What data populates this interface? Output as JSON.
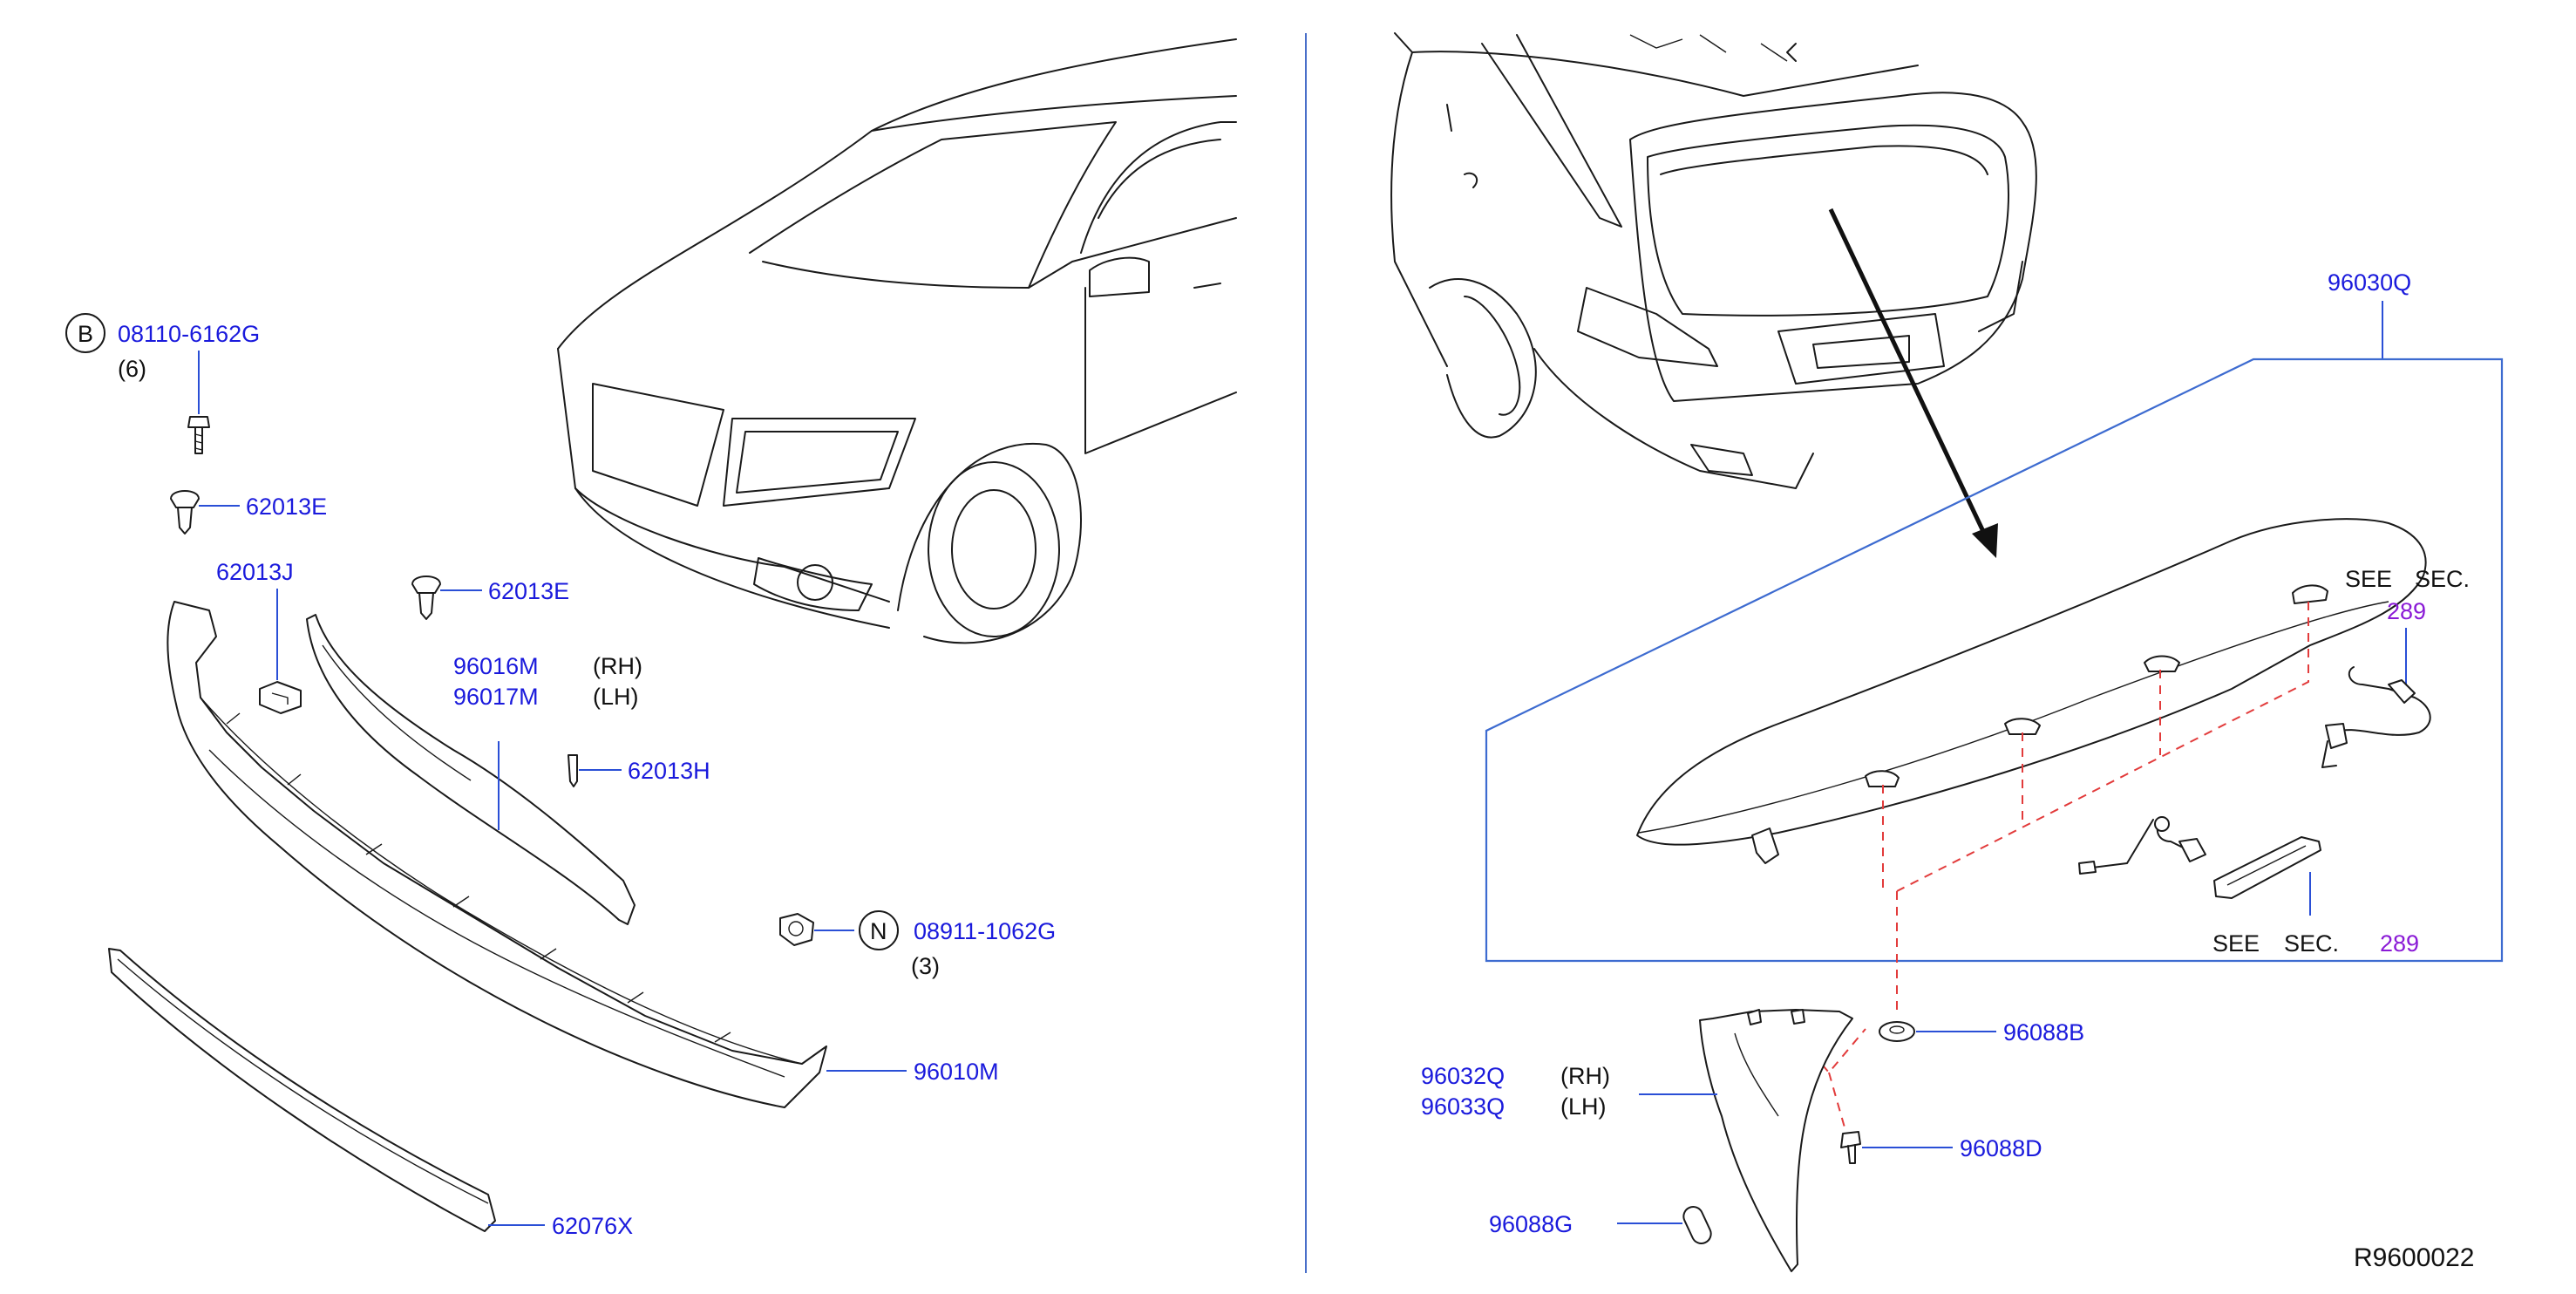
{
  "labels": {
    "bolt": {
      "symbol": "B",
      "part": "08110-6162G",
      "qty": "(6)"
    },
    "clip_e1": "62013E",
    "clip_j": "62013J",
    "clip_e2": "62013E",
    "seal_rh": {
      "part": "96016M",
      "side": "(RH)"
    },
    "seal_lh": {
      "part": "96017M",
      "side": "(LH)"
    },
    "clip_h": "62013H",
    "nut": {
      "symbol": "N",
      "part": "08911-1062G",
      "qty": "(3)"
    },
    "spoiler_front": "96010M",
    "molding": "62076X",
    "spoiler_rear": "96030Q",
    "see_sec_top": {
      "see": "SEE",
      "sec": "SEC.",
      "num": "289"
    },
    "see_sec_bottom": {
      "see": "SEE",
      "sec": "SEC.",
      "num": "289"
    },
    "grommet": "96088B",
    "side_rh": {
      "part": "96032Q",
      "side": "(RH)"
    },
    "side_lh": {
      "part": "96033Q",
      "side": "(LH)"
    },
    "clip_d": "96088D",
    "seal_g": "96088G",
    "diagram_id": "R9600022"
  },
  "colors": {
    "part_number": "#1a1adc",
    "section_ref": "#8a1ad6",
    "leader": "#2a4fd6",
    "dash": "#e23b3b"
  }
}
